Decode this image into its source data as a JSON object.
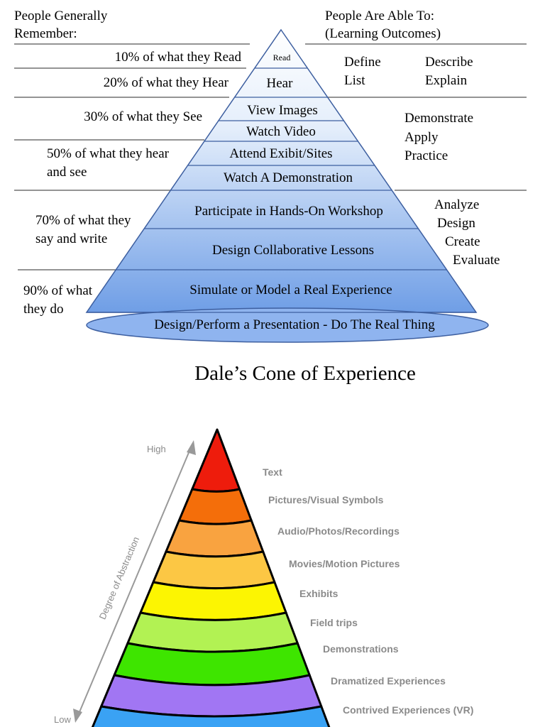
{
  "top_diagram": {
    "left_header_line1": "People Generally",
    "left_header_line2": "Remember:",
    "right_header_line1": "People Are Able To:",
    "right_header_line2": "(Learning Outcomes)",
    "remember_levels": [
      {
        "lines": [
          "10% of what they Read"
        ]
      },
      {
        "lines": [
          "20% of what they Hear"
        ]
      },
      {
        "lines": [
          "30% of what they See"
        ]
      },
      {
        "lines": [
          "50% of what they hear",
          "and see"
        ]
      },
      {
        "lines": [
          "70% of what they",
          "say and write"
        ]
      },
      {
        "lines": [
          "90% of what",
          "they do"
        ]
      }
    ],
    "pyramid_layers": [
      "Read",
      "Hear",
      "View Images",
      "Watch Video",
      "Attend Exibit/Sites",
      "Watch A Demonstration",
      "Participate in Hands-On Workshop",
      "Design Collaborative Lessons",
      "Simulate or Model a Real Experience",
      "Design/Perform a Presentation - Do The Real Thing"
    ],
    "outcomes": {
      "group1": [
        "Define",
        "Describe",
        "List",
        "Explain"
      ],
      "group2": [
        "Demonstrate",
        "Apply",
        "Practice"
      ],
      "group3": [
        "Analyze",
        "Design",
        "Create",
        "Evaluate"
      ]
    },
    "caption": "Dale’s Cone of Experience"
  },
  "bottom_diagram": {
    "axis_high": "High",
    "axis_low": "Low",
    "axis_label": "Degree of Abstraction",
    "bands": [
      {
        "label": "Text",
        "color": "#ee1c0c"
      },
      {
        "label": "Pictures/Visual Symbols",
        "color": "#f46e0a"
      },
      {
        "label": "Audio/Photos/Recordings",
        "color": "#f9a340"
      },
      {
        "label": "Movies/Motion Pictures",
        "color": "#fcc744"
      },
      {
        "label": "Exhibits",
        "color": "#fcf502"
      },
      {
        "label": "Field trips",
        "color": "#b2f253"
      },
      {
        "label": "Demonstrations",
        "color": "#3ee500"
      },
      {
        "label": "Dramatized Experiences",
        "color": "#a176f3"
      },
      {
        "label": "Contrived Experiences (VR)",
        "color": "#3aa2f4"
      }
    ]
  }
}
